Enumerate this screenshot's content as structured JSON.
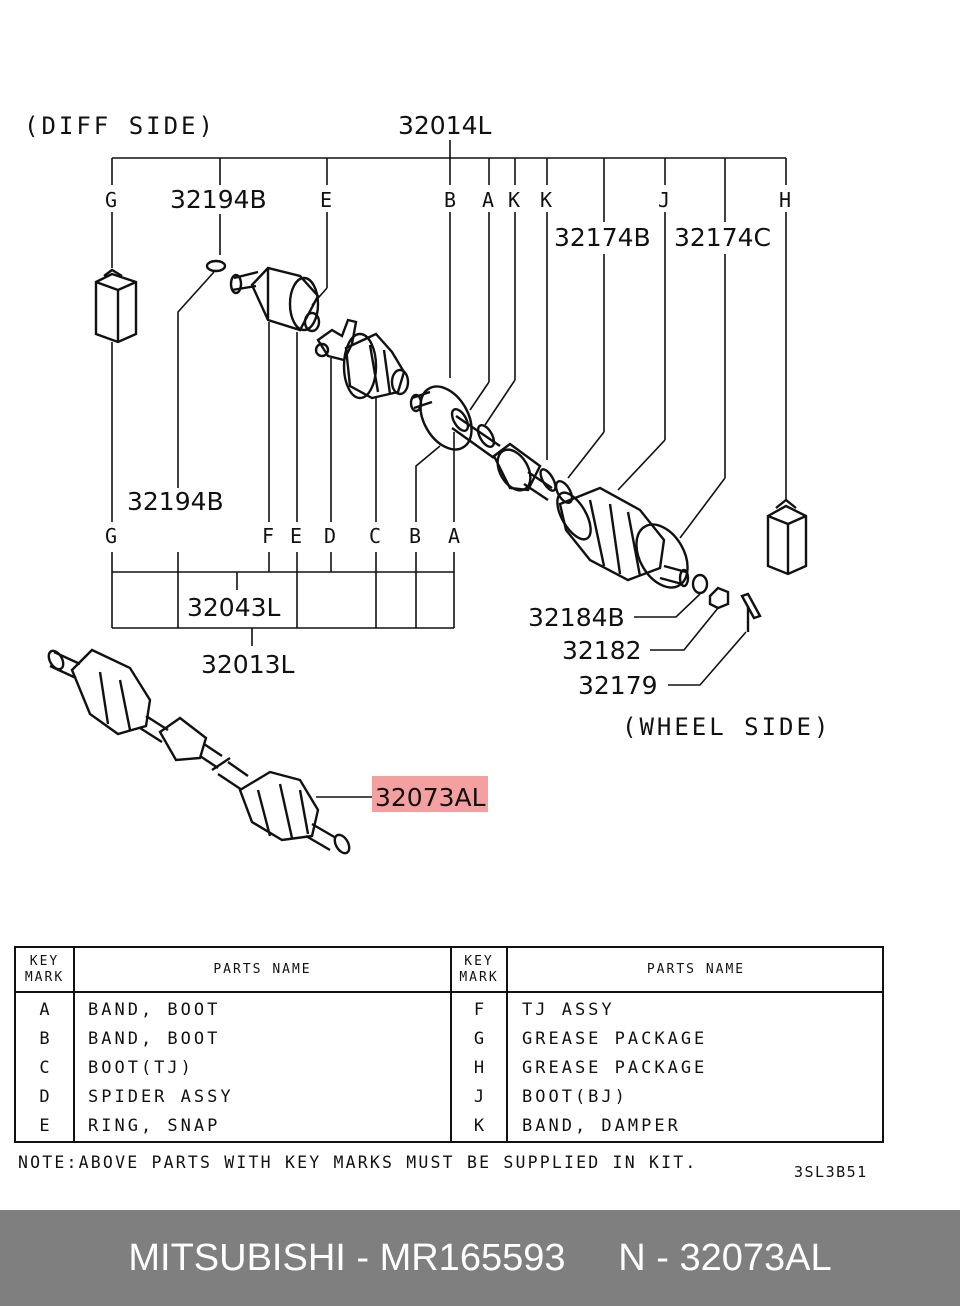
{
  "diagram": {
    "side_labels": {
      "diff": "(DIFF SIDE)",
      "wheel": "(WHEEL SIDE)"
    },
    "numbers": {
      "n32014L": "32014L",
      "n32194B_top": "32194B",
      "n32194B_mid": "32194B",
      "n32174B": "32174B",
      "n32174C": "32174C",
      "n32043L": "32043L",
      "n32013L": "32013L",
      "n32184B": "32184B",
      "n32182": "32182",
      "n32179": "32179",
      "n32073AL": "32073AL"
    },
    "top_keys": [
      "G",
      "E",
      "B",
      "A",
      "K",
      "K",
      "J",
      "H"
    ],
    "bottom_keys": [
      "G",
      "F",
      "E",
      "D",
      "C",
      "B",
      "A"
    ],
    "highlight_color": "#f4a0a0"
  },
  "table": {
    "headers": {
      "mark": "KEY MARK",
      "name": "PARTS NAME"
    },
    "left_rows": [
      {
        "mark": "A",
        "name": "BAND, BOOT"
      },
      {
        "mark": "B",
        "name": "BAND, BOOT"
      },
      {
        "mark": "C",
        "name": "BOOT(TJ)"
      },
      {
        "mark": "D",
        "name": "SPIDER ASSY"
      },
      {
        "mark": "E",
        "name": "RING, SNAP"
      }
    ],
    "right_rows": [
      {
        "mark": "F",
        "name": "TJ ASSY"
      },
      {
        "mark": "G",
        "name": "GREASE PACKAGE"
      },
      {
        "mark": "H",
        "name": "GREASE PACKAGE"
      },
      {
        "mark": "J",
        "name": "BOOT(BJ)"
      },
      {
        "mark": "K",
        "name": "BAND, DAMPER"
      }
    ]
  },
  "note": "NOTE:ABOVE PARTS WITH KEY MARKS MUST BE SUPPLIED IN KIT.",
  "drawing_code": "3SL3B51",
  "footer": {
    "text": "MITSUBISHI - MR165593     N - 32073AL",
    "background": "#7f7f7f"
  }
}
